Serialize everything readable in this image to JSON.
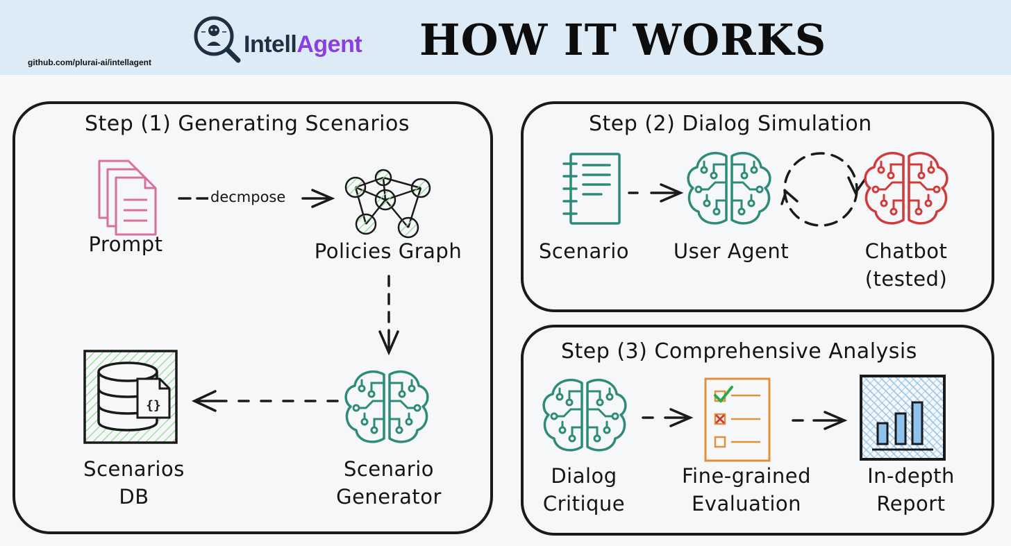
{
  "header": {
    "url": "github.com/plurai-ai/intellagent",
    "logo_part1": "Intell",
    "logo_part2": "Agent",
    "title": "HOW IT WORKS",
    "colors": {
      "band": "#dcebf6",
      "logo_dark": "#1d3042",
      "logo_accent": "#8b3fe0"
    }
  },
  "step1": {
    "title": "Step (1) Generating Scenarios",
    "prompt_label": "Prompt",
    "arrow_label": "decmpose",
    "graph_label": "Policies Graph",
    "generator_label_1": "Scenario",
    "generator_label_2": "Generator",
    "db_label_1": "Scenarios",
    "db_label_2": "DB",
    "icons": [
      "document-stack-icon",
      "graph-icon",
      "brain-circuit-icon",
      "database-icon",
      "json-file-icon"
    ]
  },
  "step2": {
    "title": "Step (2) Dialog Simulation",
    "scenario_label": "Scenario",
    "user_agent_label": "User Agent",
    "chatbot_label_1": "Chatbot",
    "chatbot_label_2": "(tested)",
    "icons": [
      "notebook-icon",
      "brain-circuit-icon",
      "cycle-arrows-icon",
      "brain-circuit-icon"
    ]
  },
  "step3": {
    "title": "Step (3) Comprehensive Analysis",
    "critique_label_1": "Dialog",
    "critique_label_2": "Critique",
    "eval_label_1": "Fine-grained",
    "eval_label_2": "Evaluation",
    "report_label_1": "In-depth",
    "report_label_2": "Report",
    "icons": [
      "brain-circuit-icon",
      "checklist-icon",
      "bar-chart-icon"
    ]
  },
  "colors": {
    "teal": "#2e8b7a",
    "red": "#d23a3a",
    "pink": "#d86f9e",
    "orange": "#e0903a",
    "green_hatch": "#8fd98f",
    "blue_report": "#8fc3ec"
  }
}
